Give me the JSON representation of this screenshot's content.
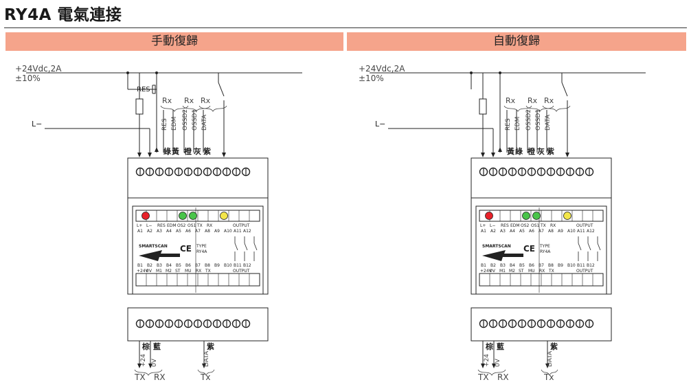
{
  "page": {
    "title": "RY4A 電氣連接"
  },
  "panels": [
    {
      "id": "manual",
      "header": "手動復歸",
      "supply_line1": "+24Vdc,2A",
      "supply_line2": "±10%",
      "l_minus": "L−",
      "res_label": "RES",
      "rx_labels": [
        "Rx",
        "Rx",
        "Rx"
      ],
      "vert_labels": [
        "RES",
        "EDM",
        "OSSD2",
        "OSSD1",
        "DATA"
      ],
      "colors_top": [
        "綠",
        "黃",
        "橙",
        "灰",
        "紫"
      ],
      "colors_bottom": [
        "棕",
        "藍",
        "紫"
      ],
      "bottom_vert": [
        "+24",
        "0V",
        "DATA"
      ],
      "bottom_labels": [
        "TX",
        "RX",
        "Tx"
      ]
    },
    {
      "id": "auto",
      "header": "自動復歸",
      "supply_line1": "+24Vdc,2A",
      "supply_line2": "±10%",
      "l_minus": "L−",
      "rx_labels": [
        "Rx",
        "Rx",
        "Rx"
      ],
      "vert_labels": [
        "RES",
        "EDM",
        "OSSD2",
        "OSSD1",
        "DATA"
      ],
      "colors_top": [
        "黃",
        "綠",
        "橙",
        "灰",
        "紫"
      ],
      "colors_bottom": [
        "棕",
        "藍",
        "紫"
      ],
      "bottom_vert": [
        "+24",
        "0V",
        "DATA"
      ],
      "bottom_labels": [
        "TX",
        "RX",
        "Tx"
      ]
    }
  ],
  "module": {
    "top_pins": [
      "L+",
      "L−",
      "RES",
      "EDM",
      "OS2",
      "OS1",
      "TX",
      "RX",
      "OUTPUT"
    ],
    "top_codes": [
      "A1",
      "A2",
      "A3",
      "A4",
      "A5",
      "A6",
      "A7",
      "A8",
      "A9",
      "A10",
      "A11",
      "A12"
    ],
    "bottom_codes": [
      "B1",
      "B2",
      "B3",
      "B4",
      "B5",
      "B6",
      "B7",
      "B8",
      "B9",
      "B10",
      "B11",
      "B12"
    ],
    "bottom_pins": [
      "+24V",
      "0V",
      "M1",
      "M2",
      "ST",
      "MU",
      "RX",
      "TX",
      "OUTPUT"
    ],
    "brand": "SMARTSCAN",
    "type_label": "TYPE",
    "model": "RY4A",
    "ce": "CE",
    "led_colors": {
      "red": "#e8222a",
      "green": "#49c44a",
      "yellow": "#f3e64a"
    }
  }
}
